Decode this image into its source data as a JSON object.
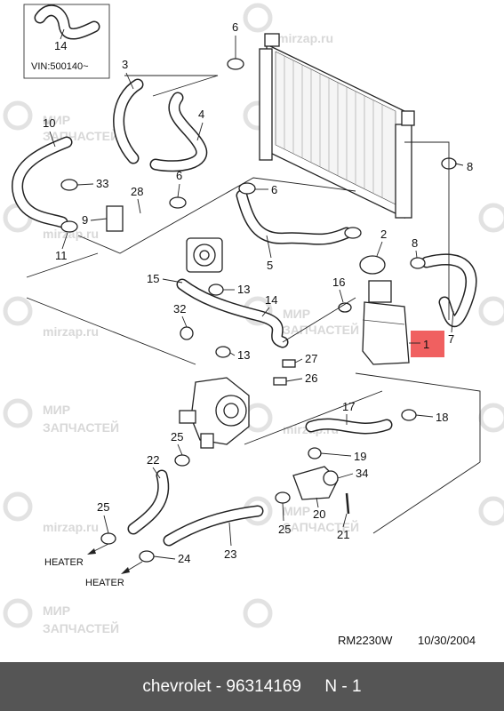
{
  "watermark": {
    "line1": "МИР",
    "line2": "ЗАПЧАСТЕЙ",
    "site": "mirzap.ru"
  },
  "inset": {
    "part_no": "14",
    "vin_note": "VIN:500140~"
  },
  "callouts": {
    "c1": "1",
    "c2": "2",
    "c3": "3",
    "c4": "4",
    "c5": "5",
    "c6a": "6",
    "c6b": "6",
    "c6c": "6",
    "c7": "7",
    "c8a": "8",
    "c8b": "8",
    "c9": "9",
    "c10": "10",
    "c11": "11",
    "c13a": "13",
    "c13b": "13",
    "c14": "14",
    "c15": "15",
    "c16": "16",
    "c17": "17",
    "c18": "18",
    "c19": "19",
    "c20": "20",
    "c21": "21",
    "c22": "22",
    "c23": "23",
    "c24": "24",
    "c25a": "25",
    "c25b": "25",
    "c25c": "25",
    "c26": "26",
    "c27": "27",
    "c28": "28",
    "c32": "32",
    "c33": "33",
    "c34": "34"
  },
  "heater_labels": {
    "upper": "HEATER",
    "lower": "HEATER"
  },
  "reference": {
    "code": "RM2230W",
    "date": "10/30/2004"
  },
  "footer": {
    "brand": "chevrolet",
    "separator": " - ",
    "part_number": "96314169",
    "gap": "     ",
    "position": "N - 1"
  },
  "colors": {
    "highlight": "#f06060",
    "footer_bg": "#555555",
    "watermark": "#d8d8d8"
  }
}
